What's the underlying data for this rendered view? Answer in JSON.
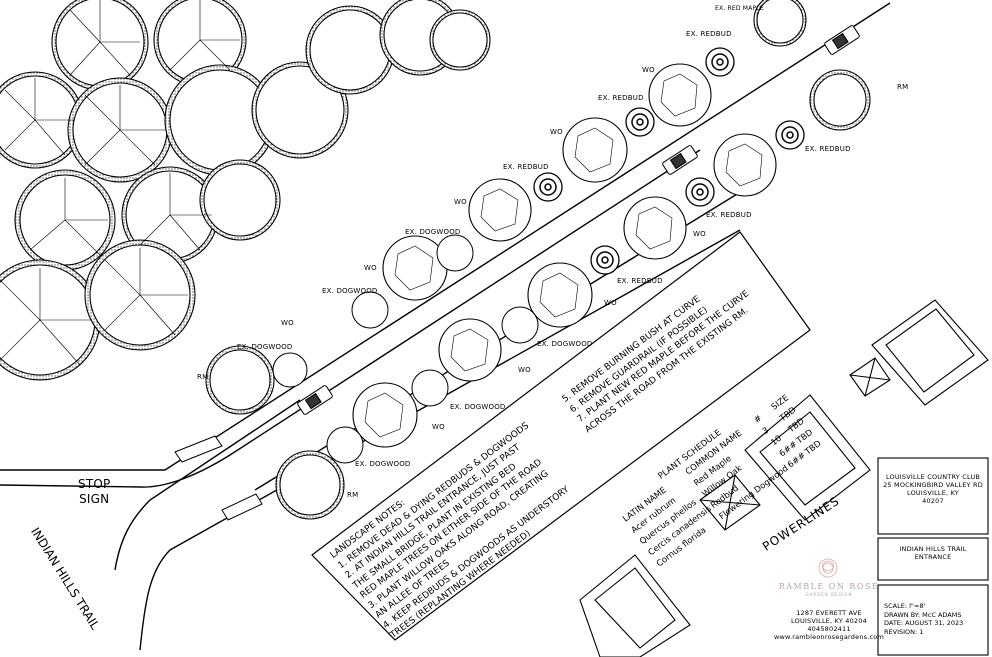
{
  "road_labels": {
    "stop_sign": "STOP\nSIGN",
    "street": "INDIAN HILLS TRAIL",
    "powerlines": "POWERLINES"
  },
  "plant_labels": {
    "ex_red_maple": "EX. RED MAPLE",
    "ex_redbud": "EX. REDBUD",
    "ex_dogwood": "EX. DOGWOOD",
    "willow_oak": "WO",
    "red_maple": "RM"
  },
  "landscape_notes": {
    "title": "LANDSCAPE NOTES:",
    "lines": [
      "1. REMOVE DEAD & DYING REDBUDS & DOGWOODS",
      "2. AT INDIAN HILLS TRAIL ENTRANCE, JUST PAST",
      "THE SMALL BRIDGE, PLANT IN EXISTING BED",
      "RED MAPLE TREES ON EITHER SIDE OF THE ROAD",
      "3. PLANT WILLOW OAKS ALONG ROAD, CREATING",
      "AN ALLEE OF TREES",
      "4. KEEP REDBUDS & DOGWOODS AS UNDERSTORY",
      "TREES (REPLANTING WHERE NEEDED)",
      "5. REMOVE BURNING BUSH AT CURVE",
      "6. REMOVE GUARDRAIL (IF POSSIBLE)",
      "7. PLANT NEW RED MAPLE BEFORE THE CURVE",
      "ACROSS THE ROAD FROM THE EXISTING RM."
    ]
  },
  "plant_schedule": {
    "title": "PLANT SCHEDULE",
    "headers": [
      "LATIN NAME",
      "COMMON NAME",
      "#",
      "SIZE"
    ],
    "rows": [
      [
        "Acer rubrum",
        "Red Maple",
        "3",
        "TBD"
      ],
      [
        "Quercus phellos",
        "Willow Oak",
        "10",
        "TBD"
      ],
      [
        "Cercis canadensis",
        "Redbud",
        "6##",
        "TBD"
      ],
      [
        "Cornus florida",
        "Flowering Dogwood",
        "6##",
        "TBD"
      ]
    ]
  },
  "title_block": {
    "client": "LOUISVILLE COUNTRY CLUB\n25 MOCKINGBIRD VALLEY RD\nLOUISVILLE, KY\n40207",
    "project": "INDIAN HILLS TRAIL\nENTRANCE",
    "scale": "SCALE: l\"=8'",
    "drawn_by": "DRAWN BY: McC ADAMS",
    "date": "DATE: AUGUST 31, 2023",
    "revision": "REVISION: 1"
  },
  "firm": {
    "name": "RAMBLE ON ROSE",
    "tagline": "GARDEN DESIGN",
    "address": "1287 EVERETT AVE\nLOUISVILLE, KY 40204\n4045802411\nwww.rambleonrosegardens.com"
  }
}
